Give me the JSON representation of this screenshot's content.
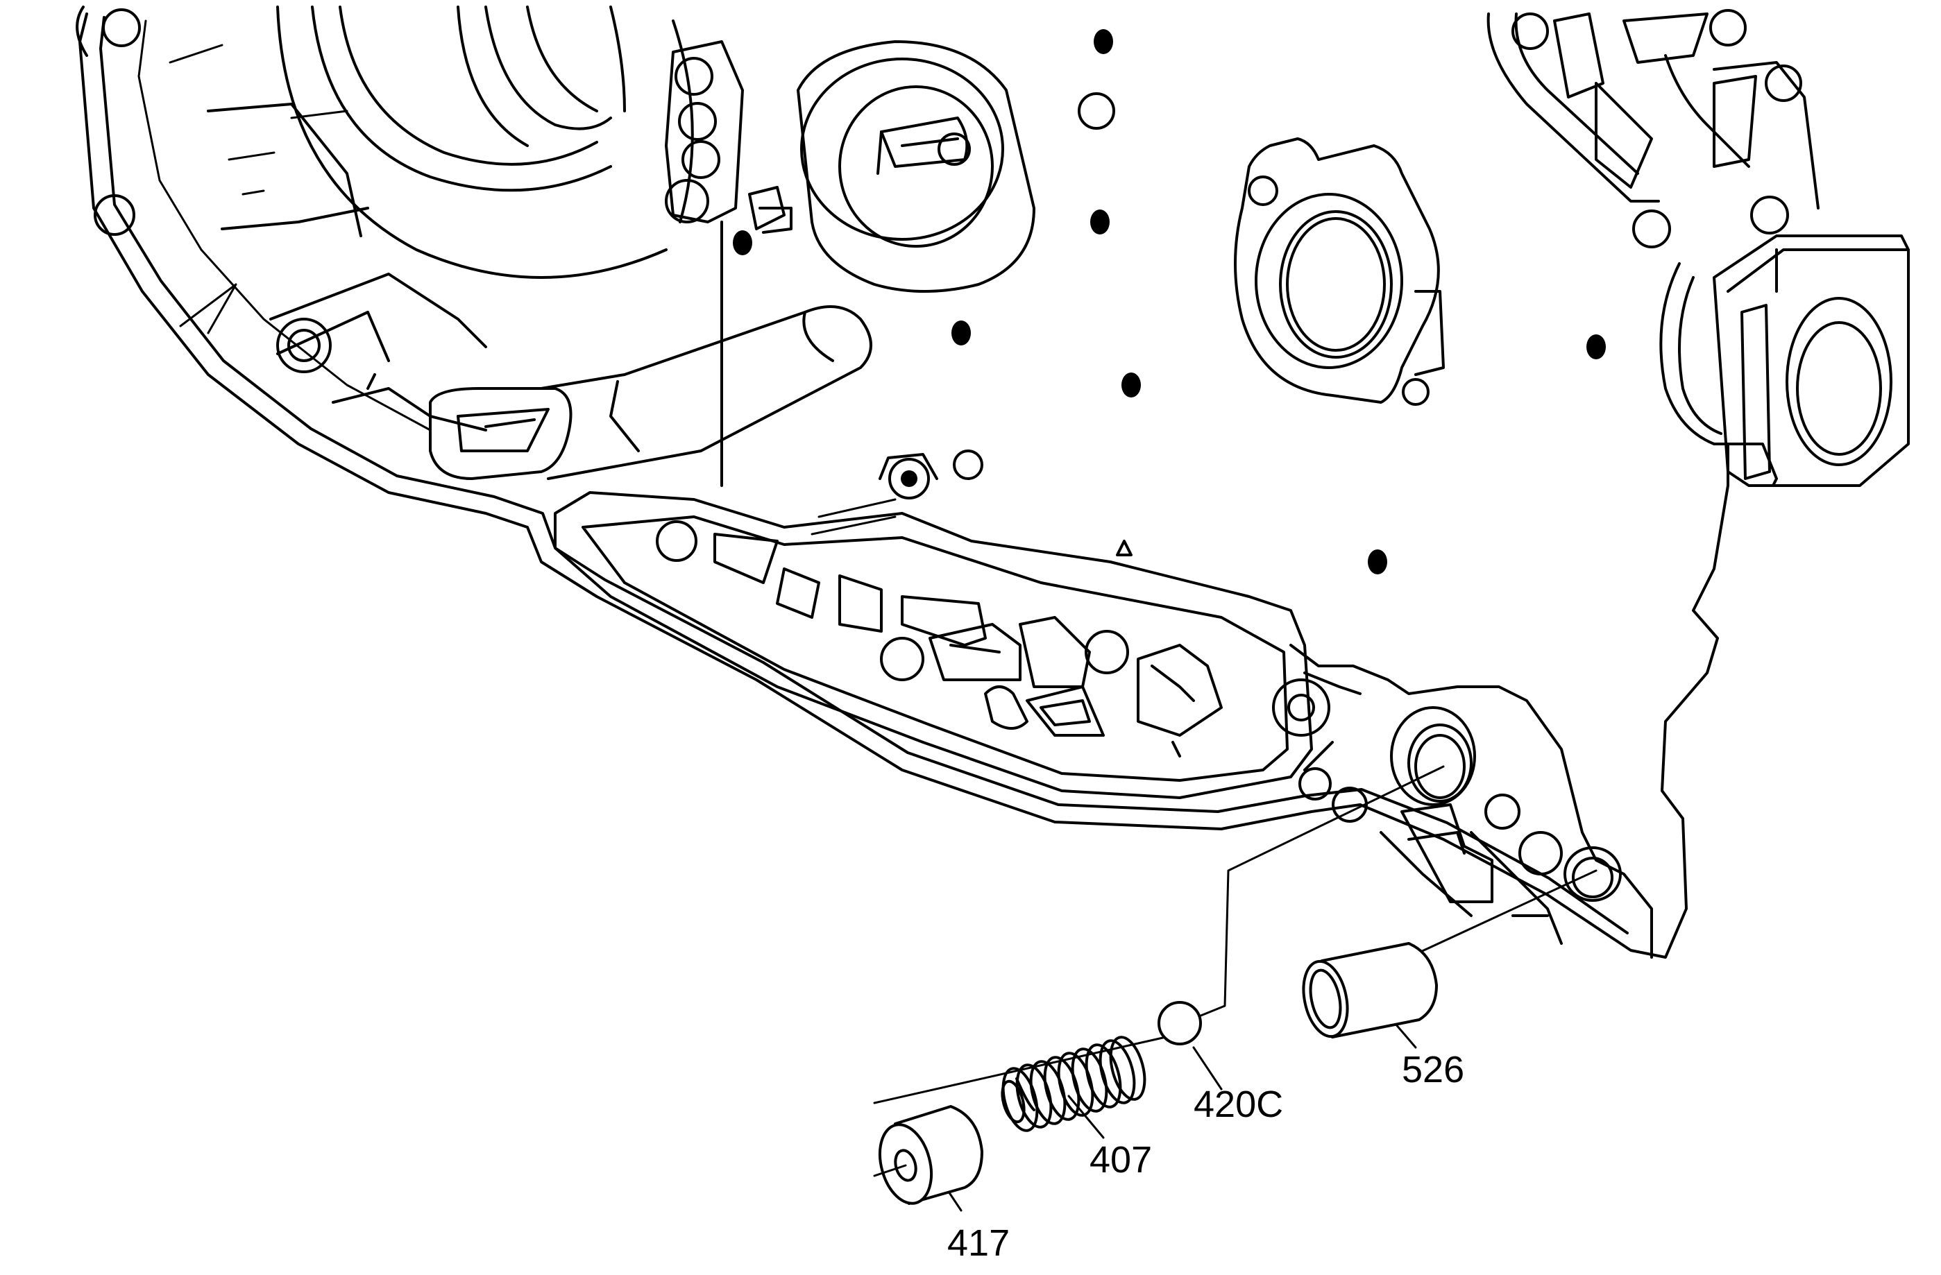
{
  "callouts": {
    "c417": "417",
    "c407": "407",
    "c420c": "420C",
    "c526": "526"
  }
}
